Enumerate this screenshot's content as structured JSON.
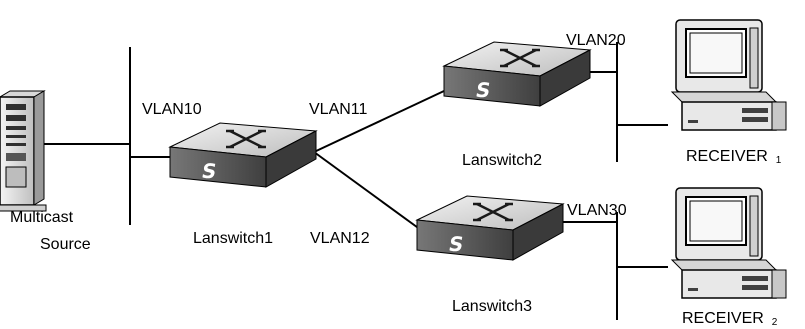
{
  "labels": {
    "vlan10": "VLAN10",
    "vlan11": "VLAN11",
    "vlan12": "VLAN12",
    "vlan20": "VLAN20",
    "vlan30": "VLAN30",
    "lanswitch1": "Lanswitch1",
    "lanswitch2": "Lanswitch2",
    "lanswitch3": "Lanswitch3",
    "source_line1": "Multicast",
    "source_line2": "Source",
    "receiver1": "RECEIVER",
    "receiver1_sub": "1",
    "receiver2": "RECEIVER",
    "receiver2_sub": "2"
  },
  "switch_glyph": "S",
  "colors": {
    "line": "#000000",
    "switch_top": "#d9d9d9",
    "switch_front": "#5a5a5a",
    "switch_side": "#3a3a3a",
    "device_gray": "#e6e6e6",
    "device_dark": "#404040"
  },
  "icons": [
    "server-tower-icon",
    "network-switch-icon",
    "desktop-computer-icon"
  ]
}
